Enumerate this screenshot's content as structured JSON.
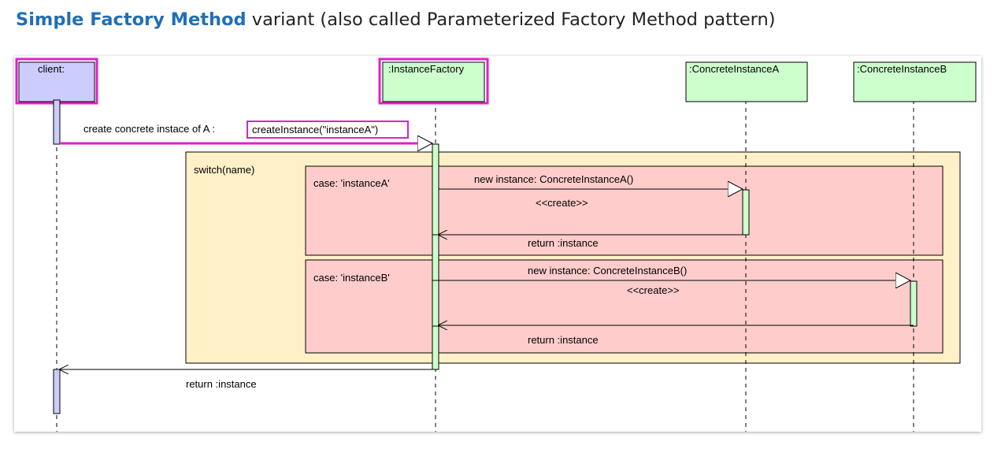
{
  "heading": {
    "emphasis": "Simple Factory Method",
    "rest": " variant (also called Parameterized Factory Method pattern)"
  },
  "diagram": {
    "lifelines": [
      {
        "id": "client",
        "label": "client:",
        "fill": "#ccccff"
      },
      {
        "id": "factory",
        "label": ":InstanceFactory",
        "fill": "#ccffcc"
      },
      {
        "id": "instA",
        "label": ":ConcreteInstanceA",
        "fill": "#ccffcc"
      },
      {
        "id": "instB",
        "label": ":ConcreteInstanceB",
        "fill": "#ccffcc"
      }
    ],
    "messages": {
      "create_prefix": "create concrete instace of A :",
      "create_call": "createInstance(\"instanceA\")",
      "new_a": "new instance: ConcreteInstanceA()",
      "create_a": "<<create>>",
      "return_a": "return :instance",
      "new_b": "new instance: ConcreteInstanceB()",
      "create_b": "<<create>>",
      "return_b": "return :instance",
      "return_client": "return :instance"
    },
    "fragments": {
      "switch": "switch(name)",
      "case_a": "case: 'instanceA'",
      "case_b": "case: 'instanceB'"
    },
    "colors": {
      "highlight": "#e020c8",
      "switch_fill": "#fff0c8",
      "case_fill": "#ffcccc",
      "activation_client": "#ccccff",
      "activation_green": "#ccffcc"
    }
  }
}
